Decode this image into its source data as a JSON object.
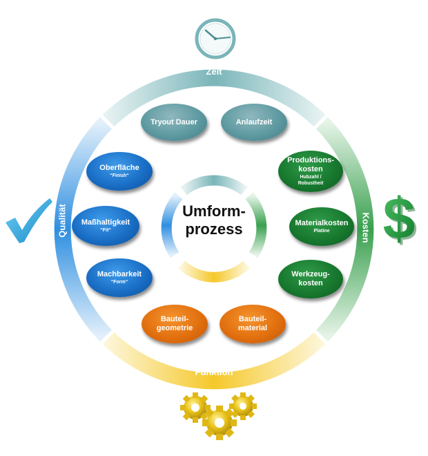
{
  "ring": {
    "top_label": "Zeit",
    "right_label": "Kosten",
    "bottom_label": "Funktion",
    "left_label": "Qualität"
  },
  "center": {
    "line1": "Umform-",
    "line2": "prozess"
  },
  "nodes": {
    "tryout": {
      "line1": "Tryout Dauer"
    },
    "anlauf": {
      "line1": "Anlaufzeit"
    },
    "produktion": {
      "line1": "Produktions-",
      "line2": "kosten",
      "sub1": "Hubzahl /",
      "sub2": "Robustheit"
    },
    "material": {
      "line1": "Materialkosten",
      "sub1": "Platine"
    },
    "werkzeug": {
      "line1": "Werkzeug-",
      "line2": "kosten"
    },
    "bauteilmaterial": {
      "line1": "Bauteil-",
      "line2": "material"
    },
    "bauteilgeometrie": {
      "line1": "Bauteil-",
      "line2": "geometrie"
    },
    "machbarkeit": {
      "line1": "Machbarkeit",
      "sub1": "“Form“"
    },
    "masshaltigkeit": {
      "line1": "Maßhaltigkeit",
      "sub1": "“Fit“"
    },
    "oberflaeche": {
      "line1": "Oberfläche",
      "sub1": "“Finish“"
    }
  },
  "icons": {
    "clock": "clock-icon",
    "dollar": "dollar-sign-icon",
    "check": "checkmark-icon",
    "gears": "gears-icon"
  },
  "colors": {
    "zeit": "#7ab5b9",
    "kosten": "#3aa04f",
    "funktion": "#f5c82a",
    "qualitaet": "#2f8fe0",
    "teal": "#5f9aa1",
    "blue": "#1a6fc6",
    "green": "#18792f",
    "orange": "#e2700f"
  }
}
